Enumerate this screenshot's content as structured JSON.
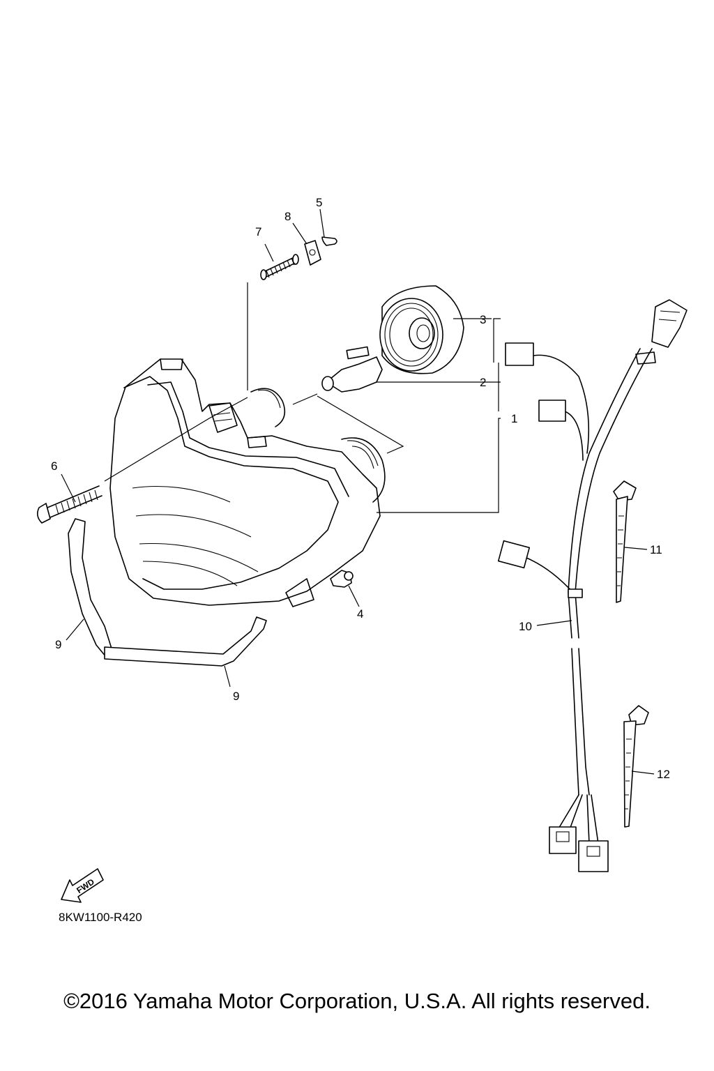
{
  "diagram": {
    "code": "8KW1100-R420",
    "fwd_label": "FWD",
    "callouts": [
      "1",
      "2",
      "3",
      "4",
      "5",
      "6",
      "7",
      "8",
      "9",
      "9",
      "10",
      "11",
      "12"
    ]
  },
  "footer": {
    "copyright": "©2016 Yamaha Motor Corporation, U.S.A. All rights reserved."
  }
}
